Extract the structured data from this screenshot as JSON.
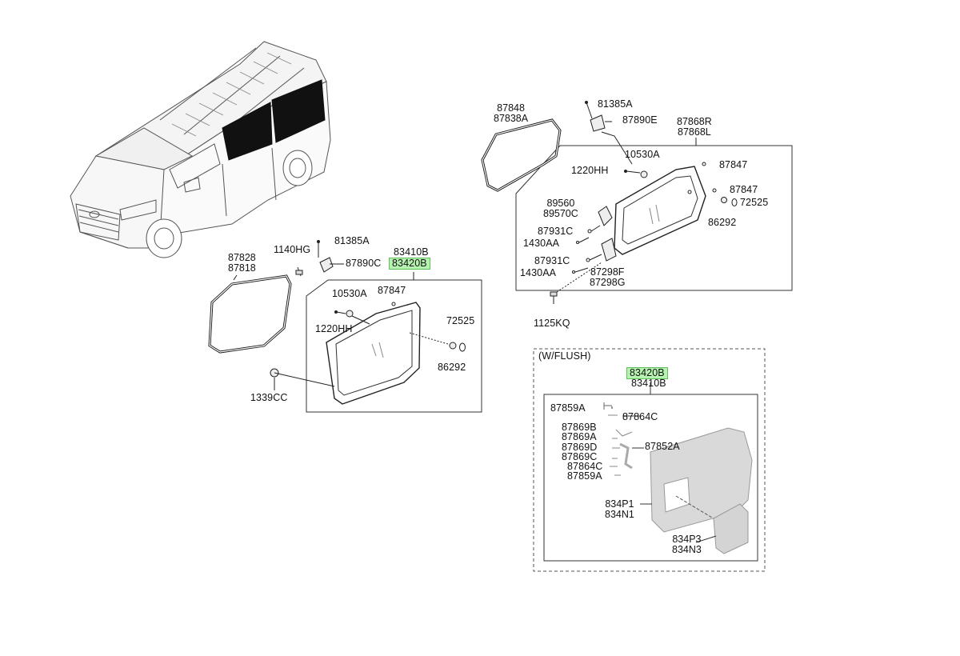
{
  "diagram": {
    "left_group": {
      "box_label_1": "83410B",
      "box_label_2": "83420B",
      "parts": {
        "seal_a": "87828",
        "seal_b": "87818",
        "bolt": "1140HG",
        "screw": "81385A",
        "bracket": "87890C",
        "clip_a": "10530A",
        "clip_b": "87847",
        "nut": "1220HH",
        "cap": "72525",
        "grommet": "86292",
        "fastener": "1339CC"
      }
    },
    "right_group": {
      "box_label_1": "87868R",
      "box_label_2": "87868L",
      "parts": {
        "seal_a": "87848",
        "seal_b": "87838A",
        "screw": "81385A",
        "bracket": "87890E",
        "clip_a": "10530A",
        "nut": "1220HH",
        "pin_upper": "87847",
        "pin_lower": "87847",
        "cap": "72525",
        "grommet": "86292",
        "hinge_a": "89560",
        "hinge_b": "89570C",
        "pin_c1": "87931C",
        "bolt_c1": "1430AA",
        "pin_c2": "87931C",
        "bolt_c2": "1430AA",
        "latch_a": "87298F",
        "latch_b": "87298G",
        "bolt_bottom": "1125KQ"
      }
    },
    "flush_group": {
      "title": "(W/FLUSH)",
      "box_label_1": "83420B",
      "box_label_2": "83410B",
      "parts": {
        "p1": "87859A",
        "p2": "87864C",
        "p3": "87869B",
        "p4": "87869A",
        "p5": "87852A",
        "p6": "87869D",
        "p7": "87869C",
        "p8": "87864C",
        "p9": "87859A",
        "panel_a": "834P1",
        "panel_b": "834N1",
        "glass_a": "834P3",
        "glass_b": "834N3"
      }
    }
  }
}
